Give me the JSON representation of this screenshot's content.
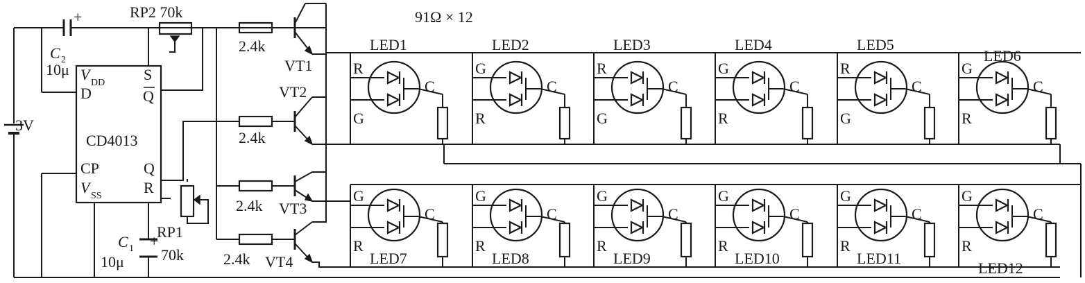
{
  "header": {
    "resistor_note": "91Ω × 12"
  },
  "supply": {
    "label": "3V"
  },
  "ic": {
    "name": "CD4013",
    "pins": {
      "vdd": "V",
      "vdd_sub": "DD",
      "d": "D",
      "s": "S",
      "q_bar": "Q",
      "cp": "CP",
      "vss": "V",
      "vss_sub": "SS",
      "q": "Q",
      "r": "R"
    }
  },
  "capacitors": {
    "c2": {
      "name": "C",
      "sub": "2",
      "value": "10μ",
      "polarity": "+"
    },
    "c1": {
      "name": "C",
      "sub": "1",
      "value": "10μ",
      "polarity": "+"
    }
  },
  "pots": {
    "rp2": {
      "label": "RP2  70k"
    },
    "rp1": {
      "name": "RP1",
      "value": "70k"
    }
  },
  "base_resistors": [
    "2.4k",
    "2.4k",
    "2.4k",
    "2.4k"
  ],
  "transistors": [
    "VT1",
    "VT2",
    "VT3",
    "VT4"
  ],
  "leds_top": [
    {
      "name": "LED1",
      "upper": "R",
      "lower": "G",
      "common": "C"
    },
    {
      "name": "LED2",
      "upper": "G",
      "lower": "R",
      "common": "C"
    },
    {
      "name": "LED3",
      "upper": "R",
      "lower": "G",
      "common": "C"
    },
    {
      "name": "LED4",
      "upper": "G",
      "lower": "R",
      "common": "C"
    },
    {
      "name": "LED5",
      "upper": "R",
      "lower": "G",
      "common": "C"
    },
    {
      "name": "LED6",
      "upper": "G",
      "lower": "R",
      "common": "C"
    }
  ],
  "leds_bottom": [
    {
      "name": "LED7",
      "upper": "G",
      "lower": "R",
      "common": "C"
    },
    {
      "name": "LED8",
      "upper": "G",
      "lower": "R",
      "common": "C"
    },
    {
      "name": "LED9",
      "upper": "G",
      "lower": "R",
      "common": "C"
    },
    {
      "name": "LED10",
      "upper": "G",
      "lower": "R",
      "common": "C"
    },
    {
      "name": "LED11",
      "upper": "G",
      "lower": "R",
      "common": "C"
    },
    {
      "name": "LED12",
      "upper": "G",
      "lower": "R",
      "common": "C"
    }
  ]
}
